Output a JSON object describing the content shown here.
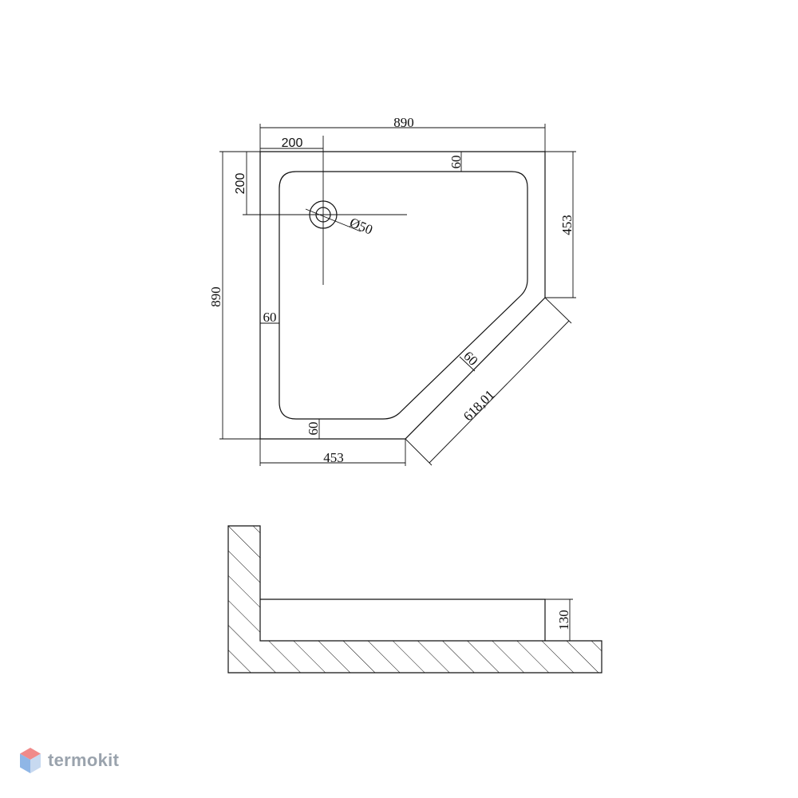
{
  "top_view": {
    "overall_width": "890",
    "overall_depth": "890",
    "drain_offset_x": "200",
    "drain_offset_y": "200",
    "rim_top": "60",
    "rim_left": "60",
    "rim_bottom": "60",
    "rim_diagonal": "60",
    "side_right": "453",
    "side_bottom": "453",
    "diagonal_length": "618,01",
    "drain_diameter": "Ø50"
  },
  "section_view": {
    "height": "130"
  },
  "brand": {
    "name": "termokit",
    "colors": {
      "top": "#f08a8a",
      "left": "#8fb6e6",
      "right": "#c7d9f0",
      "text": "#9aa3ad"
    }
  }
}
